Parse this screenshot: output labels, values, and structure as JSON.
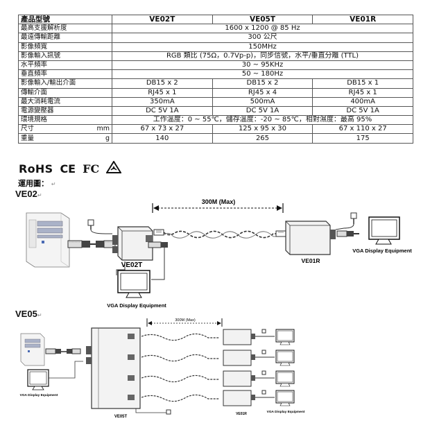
{
  "table": {
    "header": {
      "label": "產品型號",
      "models": [
        "VE02T",
        "VE05T",
        "VE01R"
      ]
    },
    "rows_full": [
      {
        "label": "最高支援解析度",
        "value": "1600 x 1200 @ 85 Hz"
      },
      {
        "label": "最遠傳輸距離",
        "value": "300 公尺"
      },
      {
        "label": "影像頻寬",
        "value": "150MHz"
      },
      {
        "label": "影像輸入訊號",
        "value": "RGB 類比 (75Ω，0.7Vp-p)，同步信號，水平/垂直分離 (TTL)"
      },
      {
        "label": "水平頻率",
        "value": "30 ~ 95KHz"
      },
      {
        "label": "垂直頻率",
        "value": "50 ~ 180Hz"
      }
    ],
    "rows_split": [
      {
        "label": "影像輸入/輸出介面",
        "values": [
          "DB15 x 2",
          "DB15 x 2",
          "DB15 x 1"
        ]
      },
      {
        "label": "傳輸介面",
        "values": [
          "RJ45 x 1",
          "RJ45 x 4",
          "RJ45 x 1"
        ]
      },
      {
        "label": "最大消耗電流",
        "values": [
          "350mA",
          "500mA",
          "400mA"
        ]
      },
      {
        "label": "電源變壓器",
        "values": [
          "DC 5V 1A",
          "DC 5V 1A",
          "DC 5V 1A"
        ]
      }
    ],
    "env": {
      "label": "環境規格",
      "value": "工作溫度：0 ~ 55℃，儲存溫度：-20 ~ 85℃，相對濕度：最高 95%"
    },
    "size": {
      "label": "尺寸",
      "unit": "mm",
      "values": [
        "67 x 73 x 27",
        "125 x 95 x 30",
        "67 x 110 x 27"
      ]
    },
    "weight": {
      "label": "重量",
      "unit": "g",
      "values": [
        "140",
        "265",
        "175"
      ]
    }
  },
  "certs": {
    "rohs": "RoHS",
    "ce": "CE",
    "fc": "FC"
  },
  "application_title": "運用圖：",
  "ve02": {
    "section": "VE02",
    "distance": "300M (Max)",
    "transmitter": "VE02T",
    "receiver": "VE01R",
    "vga_remote": "VGA Display Equipment",
    "vga_local": "VGA Display Equipment"
  },
  "ve05": {
    "section": "VE05",
    "distance": "300M (Max)",
    "transmitter": "VE05T",
    "receiver": "VE01R",
    "vga_remote": "VGA Display Equipment",
    "vga_local": "VGA Display Equipment"
  }
}
